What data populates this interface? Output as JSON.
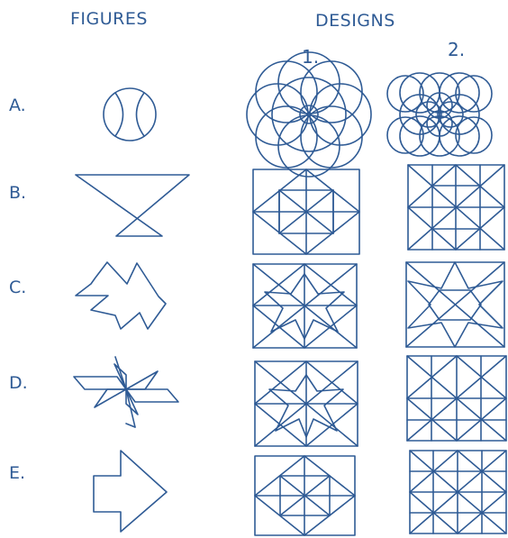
{
  "headers": {
    "figures": "FIGURES",
    "designs": "DESIGNS"
  },
  "design_columns": [
    "1.",
    "2."
  ],
  "rows": [
    "A.",
    "B.",
    "C.",
    "D.",
    "E."
  ],
  "colors": {
    "ink": "#2f5b95",
    "background": "#ffffff"
  }
}
